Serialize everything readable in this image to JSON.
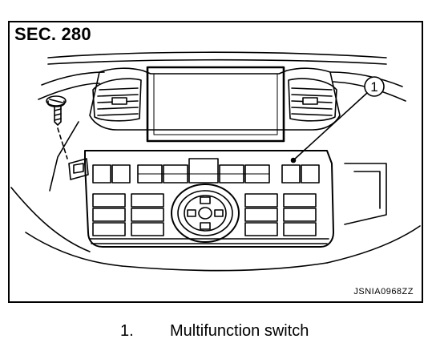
{
  "figure": {
    "section_label": "SEC. 280",
    "figure_code": "JSNIA0968ZZ",
    "callout_number": "1"
  },
  "legend": [
    {
      "number": "1.",
      "text": "Multifunction switch"
    }
  ]
}
